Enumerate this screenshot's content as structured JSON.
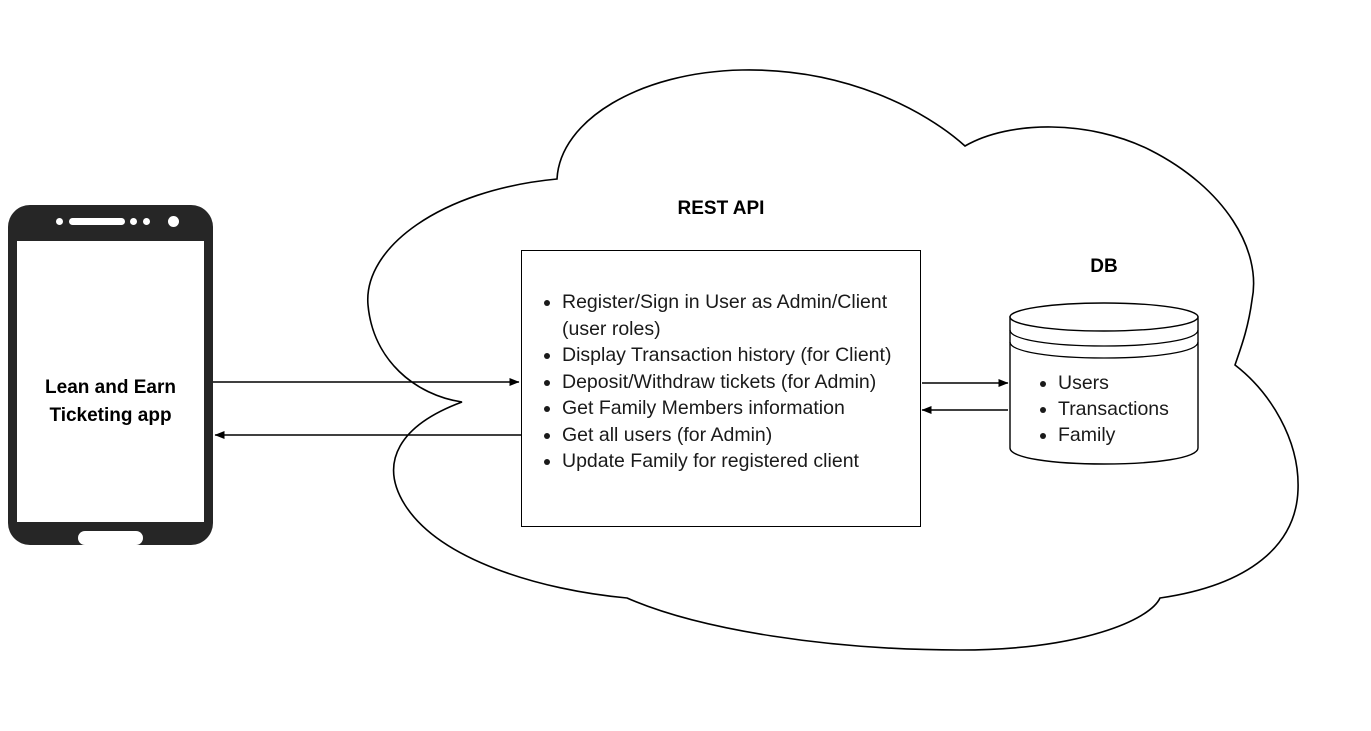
{
  "diagram": {
    "client": {
      "device_label": "Lean and Earn\nTicketing app",
      "device_name": "smartphone"
    },
    "cloud": {
      "name": "cloud-boundary"
    },
    "rest_api": {
      "title": "REST API",
      "endpoints": [
        "Register/Sign in User as Admin/Client (user roles)",
        "Display Transaction history (for Client)",
        "Deposit/Withdraw tickets (for Admin)",
        "Get Family Members information",
        "Get all users (for Admin)",
        "Update Family for registered client"
      ]
    },
    "database": {
      "title": "DB",
      "collections": [
        "Users",
        "Transactions",
        "Family"
      ]
    },
    "arrows": [
      {
        "name": "phone-to-api",
        "direction": "right",
        "from": "phone",
        "to": "rest-api"
      },
      {
        "name": "api-to-phone",
        "direction": "left",
        "from": "rest-api",
        "to": "phone"
      },
      {
        "name": "api-to-db",
        "direction": "right",
        "from": "rest-api",
        "to": "database"
      },
      {
        "name": "db-to-api",
        "direction": "left",
        "from": "database",
        "to": "rest-api"
      }
    ],
    "colors": {
      "stroke": "#000000",
      "device_body": "#262626",
      "text": "#1a1a1a",
      "background": "#ffffff"
    }
  }
}
